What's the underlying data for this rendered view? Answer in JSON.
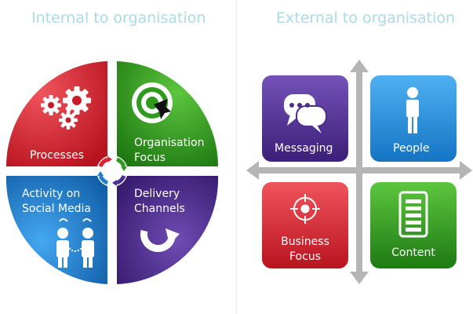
{
  "left": {
    "title": "Internal to organisation",
    "quadrants": {
      "processes": {
        "lines": [
          "Processes"
        ],
        "color": "#d8232f"
      },
      "organisation_focus": {
        "lines": [
          "Organisation",
          "Focus"
        ],
        "color": "#2f9a1e"
      },
      "activity": {
        "lines": [
          "Activity on",
          "Social Media"
        ],
        "color": "#1e7fcf"
      },
      "delivery": {
        "lines": [
          "Delivery",
          "Channels"
        ],
        "color": "#4c2e8c"
      }
    }
  },
  "right": {
    "title": "External to organisation",
    "tiles": {
      "messaging": {
        "label": "Messaging",
        "color": "#4f2c8c"
      },
      "people": {
        "label": "People",
        "color": "#1c8ad8"
      },
      "business_focus": {
        "lines": [
          "Business",
          "Focus"
        ],
        "color": "#d7242f"
      },
      "content": {
        "label": "Content",
        "color": "#2b9222"
      }
    }
  }
}
